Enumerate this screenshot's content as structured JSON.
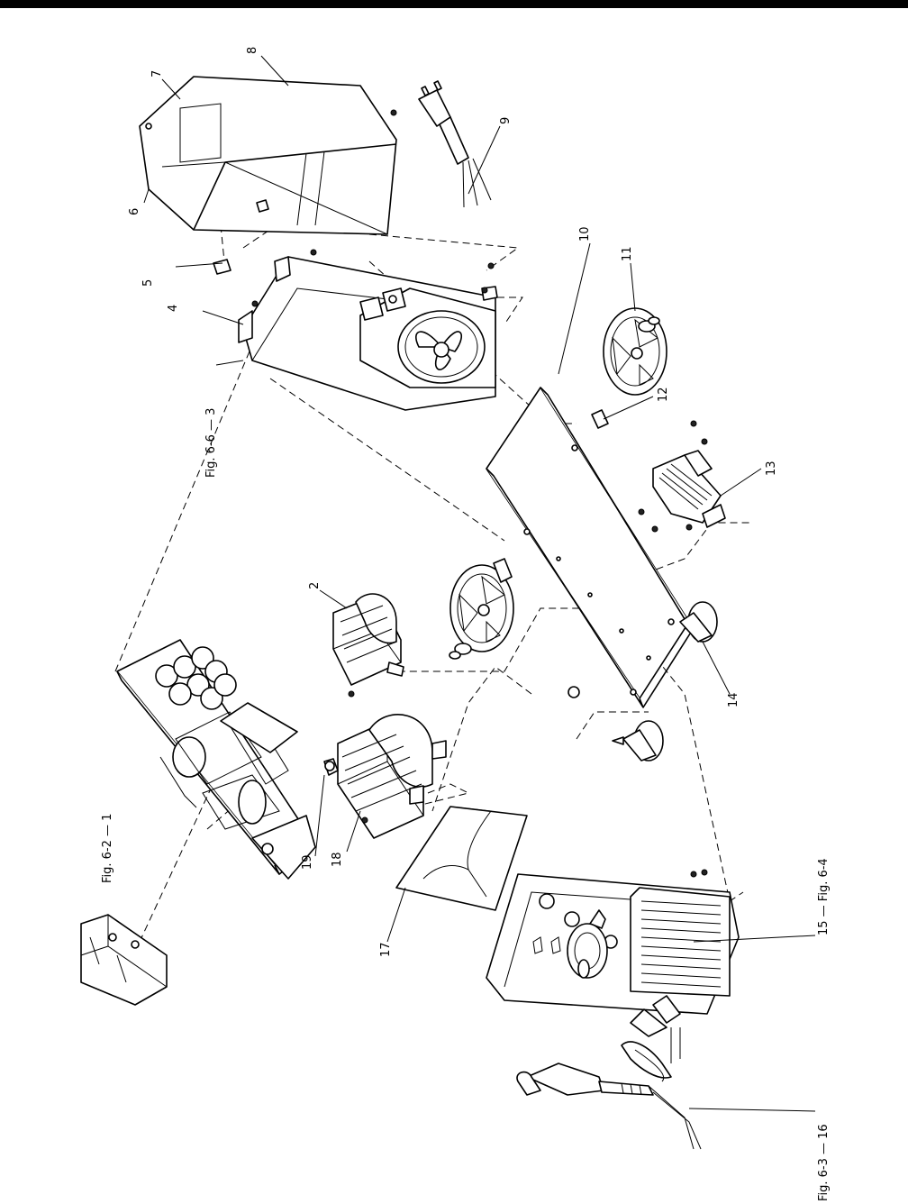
{
  "callouts": [
    {
      "id": "c1",
      "text": "Fig. 6-2  —  1"
    },
    {
      "id": "c2",
      "text": "2"
    },
    {
      "id": "c3",
      "text": "Fig. 6-6  —  3"
    },
    {
      "id": "c4",
      "text": "4"
    },
    {
      "id": "c5",
      "text": "5"
    },
    {
      "id": "c6",
      "text": "6"
    },
    {
      "id": "c7",
      "text": "7"
    },
    {
      "id": "c8",
      "text": "8"
    },
    {
      "id": "c9",
      "text": "9"
    },
    {
      "id": "c10",
      "text": "10"
    },
    {
      "id": "c11",
      "text": "11"
    },
    {
      "id": "c12",
      "text": "12"
    },
    {
      "id": "c13",
      "text": "13"
    },
    {
      "id": "c14",
      "text": "14"
    },
    {
      "id": "c15",
      "text": "15  —  Fig. 6-4"
    },
    {
      "id": "c16",
      "text": "Fig. 6-3  —  16"
    },
    {
      "id": "c17",
      "text": "17"
    },
    {
      "id": "c18",
      "text": "18"
    },
    {
      "id": "c19",
      "text": "19"
    }
  ]
}
